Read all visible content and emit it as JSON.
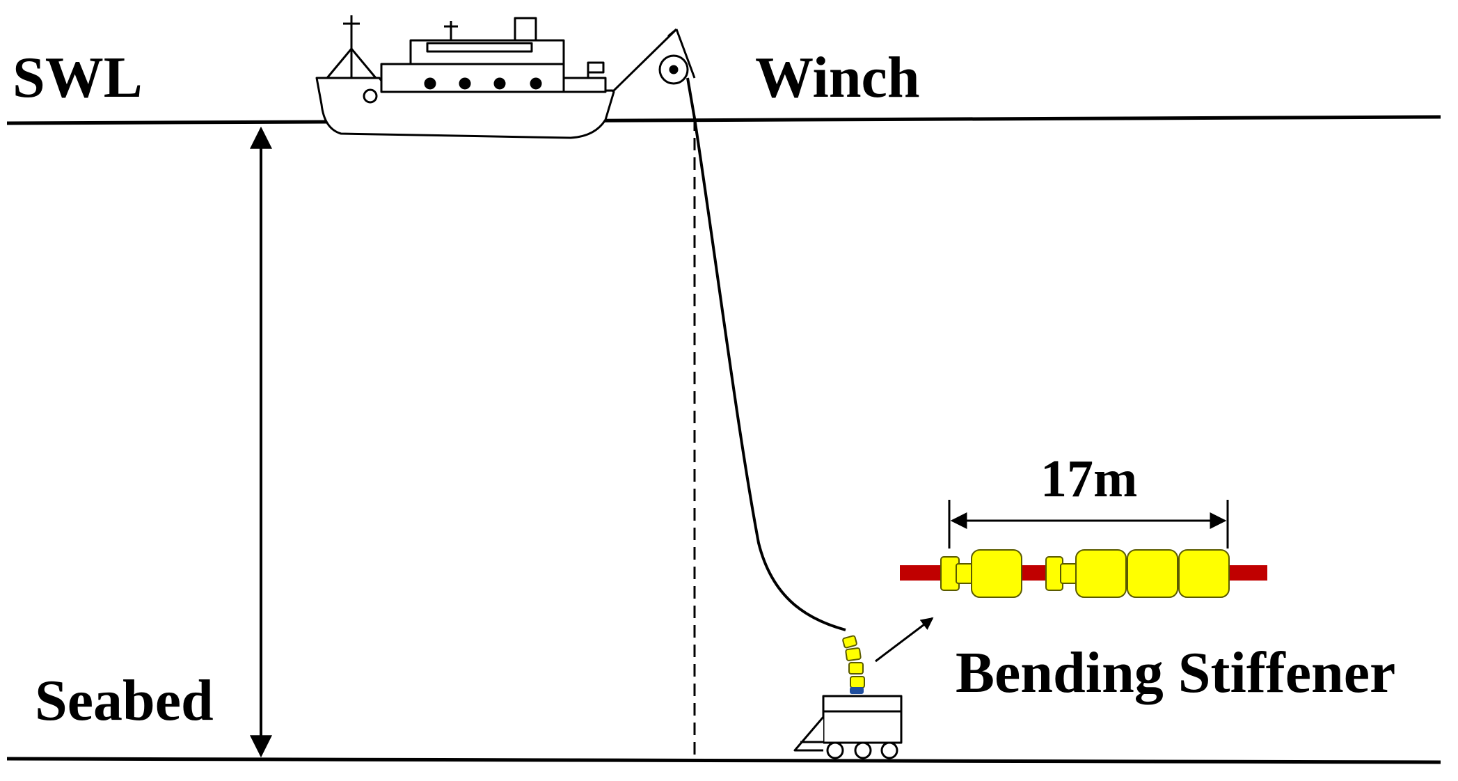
{
  "labels": {
    "surface": "SWL",
    "winch": "Winch",
    "seabed": "Seabed",
    "component": "Bending Stiffener",
    "length": "17m"
  },
  "colors": {
    "line": "#000000",
    "stiffener": "#ffff00",
    "stiffener_outline": "#5a5a00",
    "cable": "#c00000",
    "connector": "#1f4e9e",
    "background": "#ffffff"
  },
  "icons": [
    "ship-icon",
    "winch-pulley-icon",
    "seabed-vehicle-icon"
  ]
}
